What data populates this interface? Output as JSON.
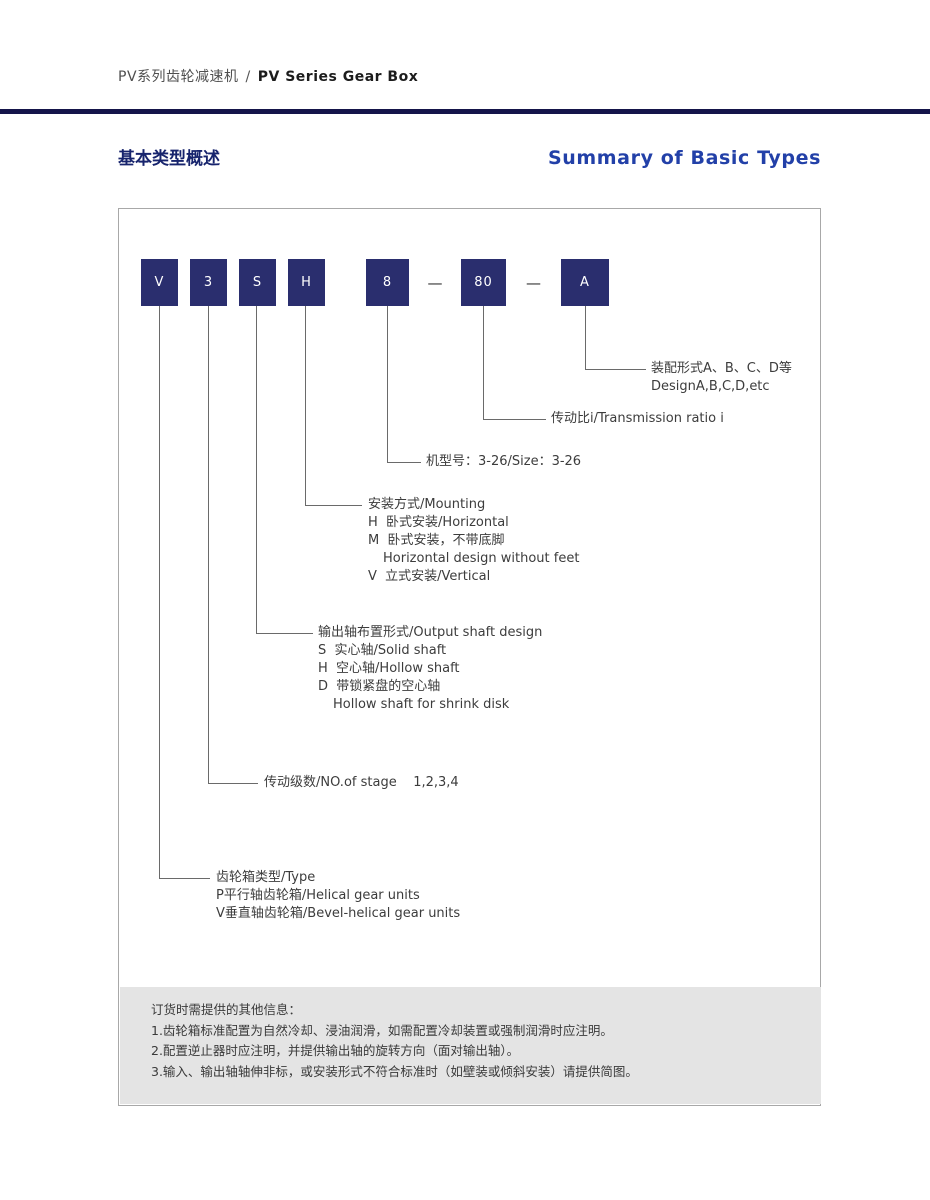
{
  "header": {
    "title_zh": "PV系列齿轮减速机",
    "separator": "/",
    "title_en": "PV Series Gear Box"
  },
  "section": {
    "title_zh": "基本类型概述",
    "title_en": "Summary of Basic Types"
  },
  "code": {
    "boxes": [
      "V",
      "3",
      "S",
      "H",
      "8",
      "80",
      "A"
    ],
    "dash": "—"
  },
  "callouts": {
    "design": {
      "line1": "装配形式A、B、C、D等",
      "line2": "DesignA,B,C,D,etc"
    },
    "ratio": {
      "line1": "传动比i/Transmission ratio i"
    },
    "size": {
      "line1": "机型号：3-26/Size：3-26"
    },
    "mounting": {
      "line1": "安装方式/Mounting",
      "line2": "H  卧式安装/Horizontal",
      "line3": "M  卧式安装，不带底脚",
      "line4": "Horizontal design without feet",
      "line5": "V  立式安装/Vertical"
    },
    "output_shaft": {
      "line1": "输出轴布置形式/Output shaft design",
      "line2": "S  实心轴/Solid shaft",
      "line3": "H  空心轴/Hollow shaft",
      "line4": "D  带锁紧盘的空心轴",
      "line5": "Hollow shaft for shrink disk"
    },
    "stage": {
      "line1": "传动级数/NO.of stage    1,2,3,4"
    },
    "type": {
      "line1": "齿轮箱类型/Type",
      "line2": "P平行轴齿轮箱/Helical gear units",
      "line3": "V垂直轴齿轮箱/Bevel-helical gear units"
    }
  },
  "notes": {
    "title": "订货时需提供的其他信息：",
    "item1": "1.齿轮箱标准配置为自然冷却、浸油润滑，如需配置冷却装置或强制润滑时应注明。",
    "item2": "2.配置逆止器时应注明，并提供输出轴的旋转方向（面对输出轴）。",
    "item3": "3.输入、输出轴轴伸非标，或安装形式不符合标准时（如壁装或倾斜安装）请提供简图。"
  },
  "colors": {
    "code_box": "#2a2e6e",
    "accent_blue": "#2240a8",
    "title_navy": "#17246d",
    "header_rule": "#15154a",
    "notes_bg": "#e4e4e4"
  }
}
